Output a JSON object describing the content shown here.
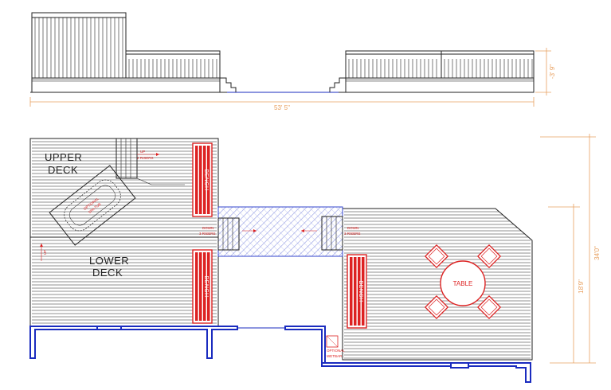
{
  "colors": {
    "lines": "#222222",
    "dimension": "#e8a060",
    "furniture": "#dd2222",
    "walls": "#1a2bbf",
    "patio": "#3344cc"
  },
  "elevation": {
    "width_dim": "53' 5\"",
    "height_dim": "-3' 9\""
  },
  "plan": {
    "upper_deck_line1": "UPPER",
    "upper_deck_line2": "DECK",
    "lower_deck_line1": "LOWER",
    "lower_deck_line2": "DECK",
    "bench_label": "BENCH",
    "table_label": "TABLE",
    "spa_line1": "OPTIONAL",
    "spa_line2": "SPA TUB",
    "wetbar_line1": "OPTIONAL",
    "wetbar_line2": "WETBAR",
    "stair_up_line1": "UP",
    "stair_up_line2": "2 RISERS",
    "stair_down_line1": "DOWN",
    "stair_down_line2": "3 RISERS",
    "stair_down2_line1": "DOWN",
    "stair_down2_line2": "3 RISERS",
    "step_side_label": "UP",
    "dim_total": "34'0\"",
    "dim_lower": "18'9\""
  }
}
